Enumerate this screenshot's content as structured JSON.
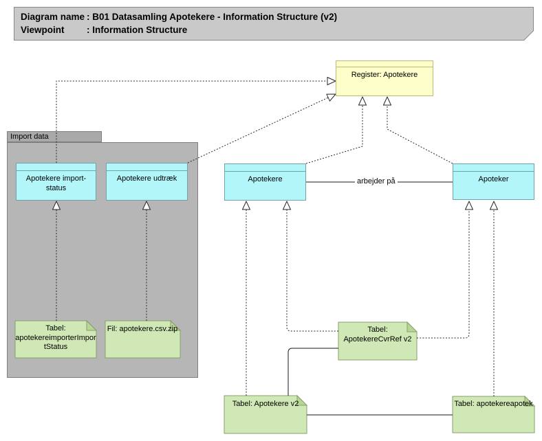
{
  "header": {
    "diagram_name_label": "Diagram name",
    "diagram_name_value": ": B01 Datasamling Apotekere - Information Structure (v2)",
    "viewpoint_label": "Viewpoint",
    "viewpoint_value": ": Information Structure"
  },
  "folder": {
    "label": "Import data"
  },
  "nodes": {
    "register": {
      "label": "Register: Apotekere"
    },
    "apotekere_import_status": {
      "label": "Apotekere import-status"
    },
    "apotekere_udtraek": {
      "label": "Apotekere udtræk"
    },
    "apotekere": {
      "label": "Apotekere"
    },
    "apoteker": {
      "label": "Apoteker"
    }
  },
  "notes": {
    "import_status_table": {
      "label": "Tabel: apotekereimporterImportStatus"
    },
    "file_zip": {
      "label": "Fil: apotekere.csv.zip"
    },
    "cvr_ref": {
      "label": "Tabel: ApotekereCvrRef v2"
    },
    "apotekere_v2": {
      "label": "Tabel: Apotekere v2"
    },
    "apotekereapotek": {
      "label": "Tabel: apotekereapotek"
    }
  },
  "relations": {
    "arbejder_paa_label": "arbejder på"
  },
  "colors": {
    "node_cyan": "#b3f6fa",
    "node_cyan_border": "#6fa3aa",
    "node_yellow": "#fdfec9",
    "node_yellow_border": "#b9ba74",
    "note_green": "#d0e7b6",
    "note_green_border": "#879f6d",
    "folder_gray": "#b6b6b6",
    "title_gray": "#c9c9c9",
    "connector": "#262626"
  }
}
